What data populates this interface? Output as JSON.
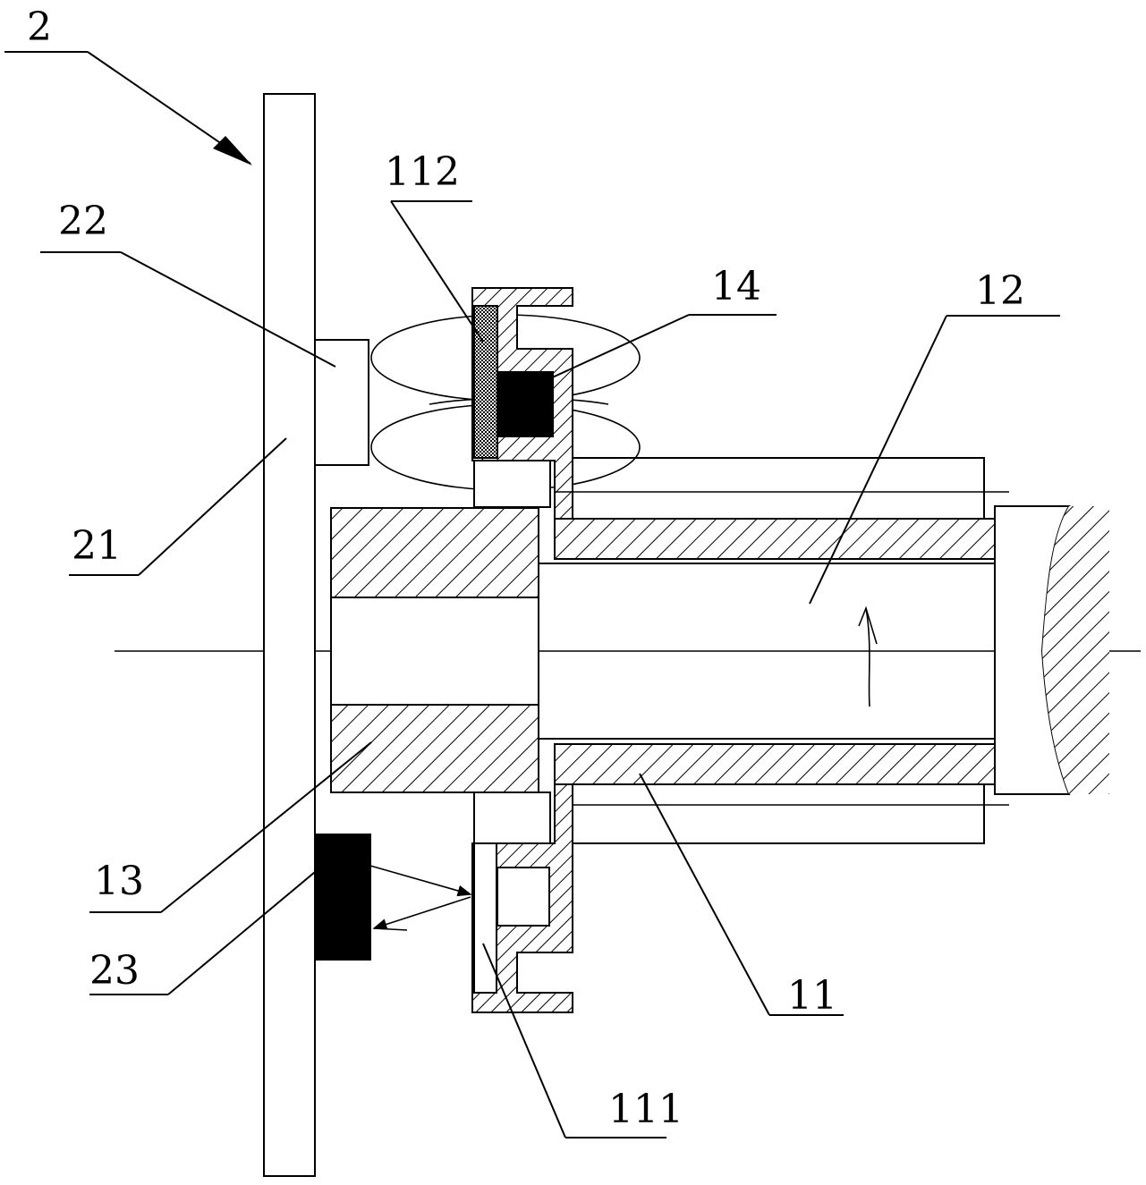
{
  "labels": {
    "l2": "2",
    "l22": "22",
    "l21": "21",
    "l112": "112",
    "l14": "14",
    "l12": "12",
    "l13": "13",
    "l23": "23",
    "l11": "11",
    "l111": "111"
  },
  "colors": {
    "ink": "#000000",
    "background": "#ffffff"
  }
}
